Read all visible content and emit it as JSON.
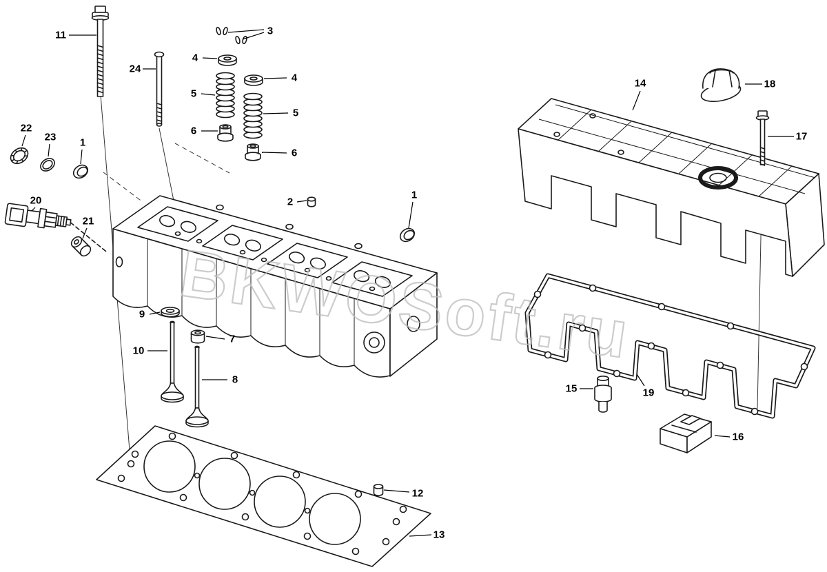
{
  "diagram": {
    "watermark": "BKWOSoft.ru",
    "callouts": [
      "11",
      "24",
      "3",
      "4",
      "4",
      "5",
      "5",
      "6",
      "6",
      "22",
      "23",
      "1",
      "20",
      "21",
      "2",
      "1",
      "9",
      "10",
      "7",
      "8",
      "12",
      "13",
      "14",
      "18",
      "17",
      "19",
      "15",
      "16"
    ]
  }
}
